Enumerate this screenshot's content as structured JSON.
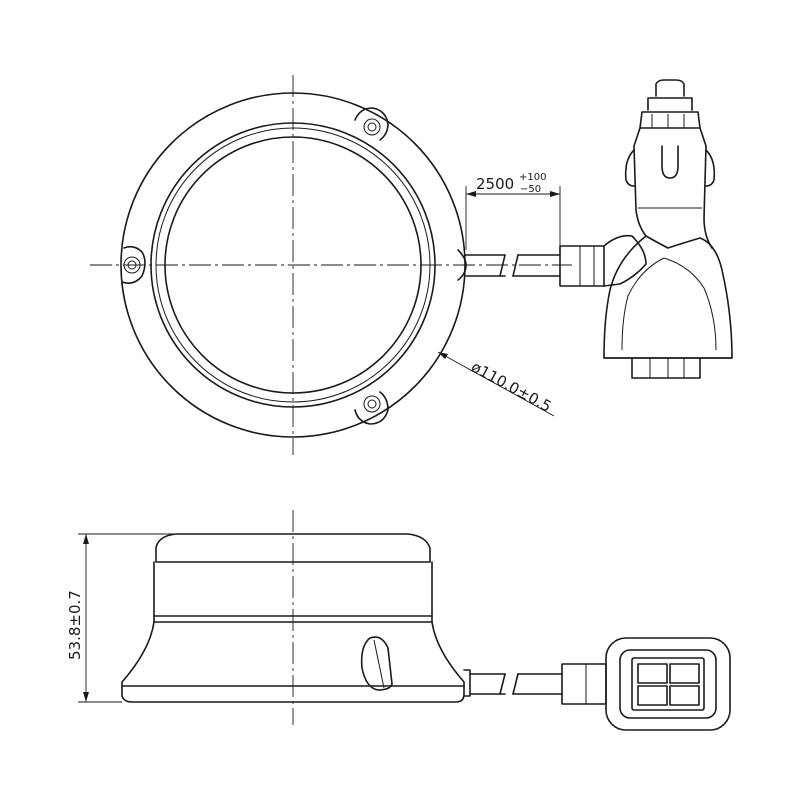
{
  "dimensions": {
    "cable_length": {
      "value": "2500",
      "tol_upper": "+100",
      "tol_lower": "−50"
    },
    "diameter": "ø110.0±0.5",
    "height": "53.8±0.7"
  }
}
